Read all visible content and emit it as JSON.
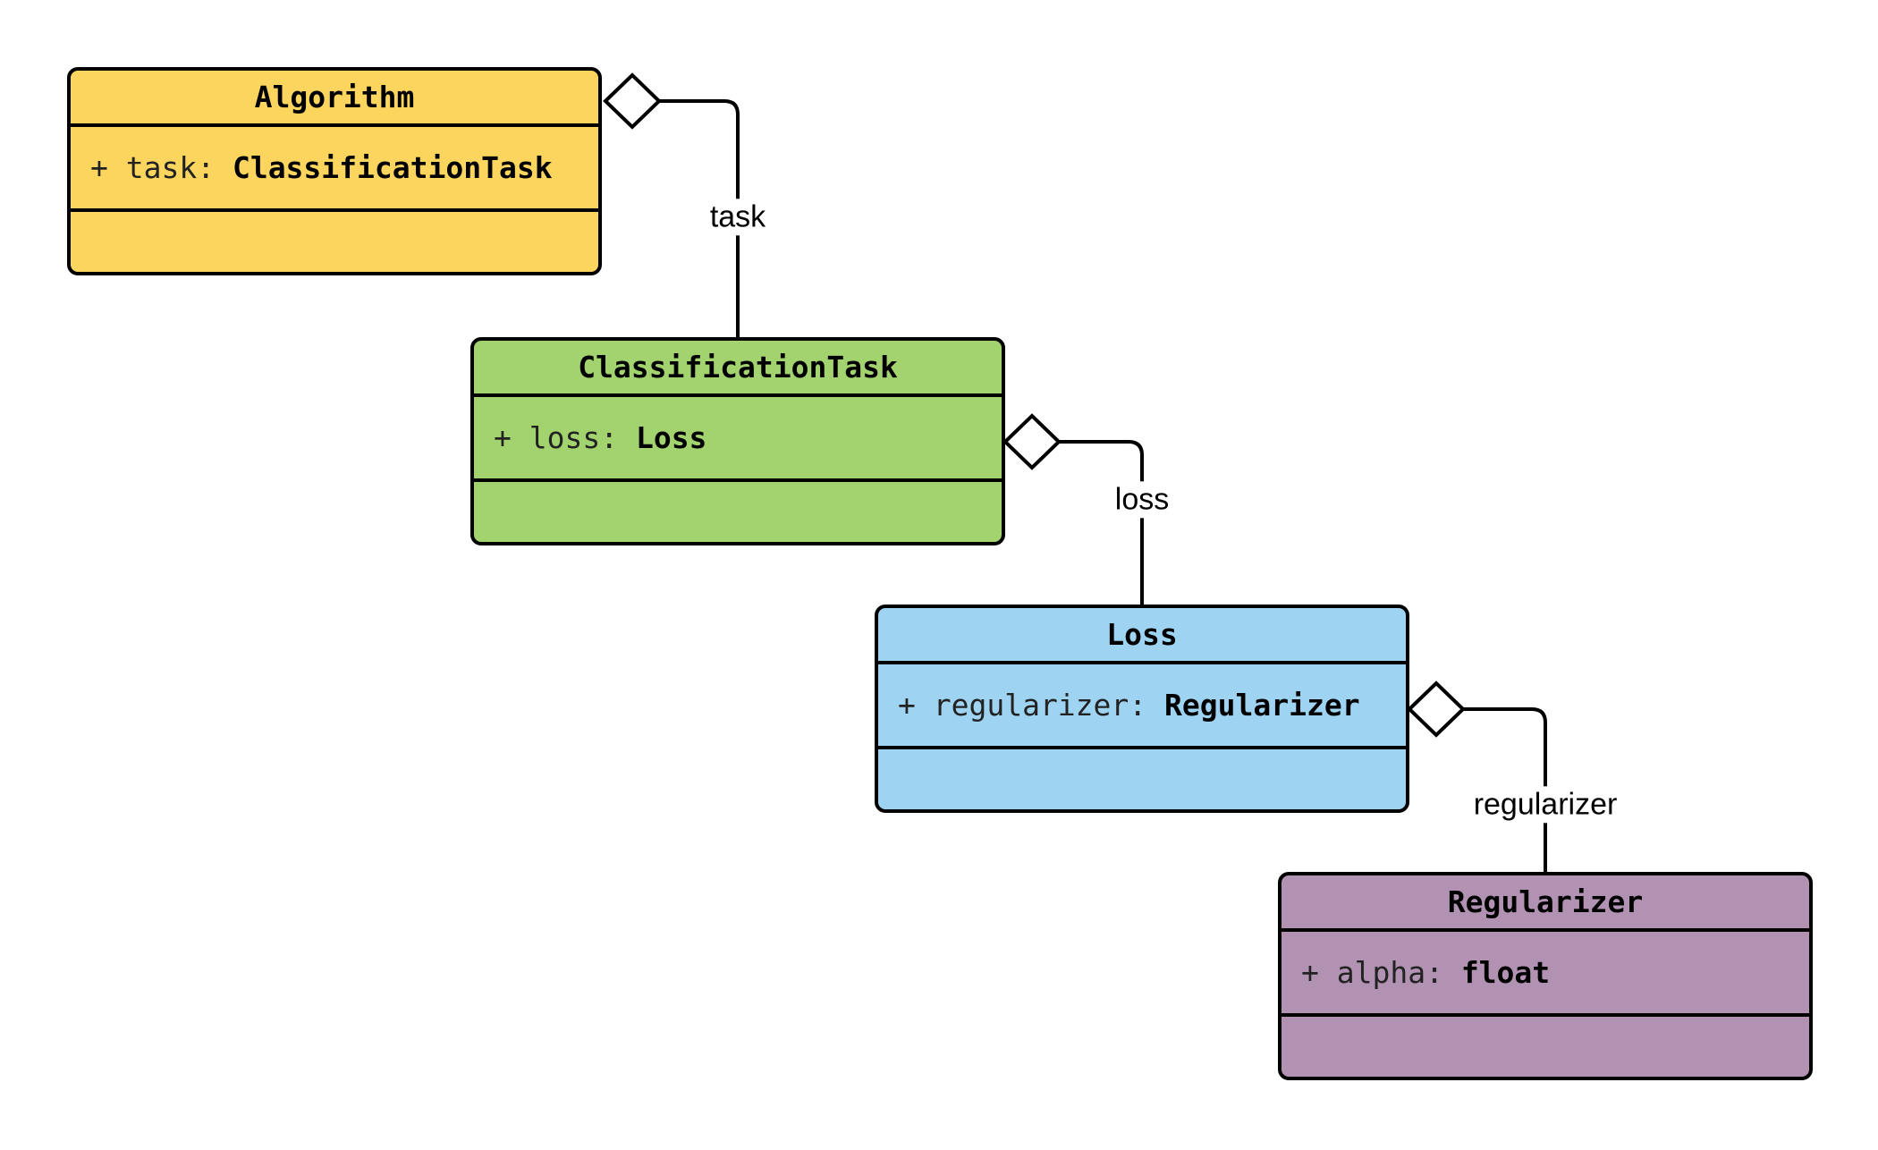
{
  "diagram": {
    "type": "uml-class-diagram",
    "background": "#ffffff",
    "border_color": "#000000",
    "classes": [
      {
        "name": "Algorithm",
        "fill": "#FBD55E",
        "attribute": {
          "prefix": "+ task: ",
          "type": "ClassificationTask"
        }
      },
      {
        "name": "ClassificationTask",
        "fill": "#A3D36E",
        "attribute": {
          "prefix": "+ loss: ",
          "type": "Loss"
        }
      },
      {
        "name": "Loss",
        "fill": "#9ED3F2",
        "attribute": {
          "prefix": "+ regularizer: ",
          "type": "Regularizer"
        }
      },
      {
        "name": "Regularizer",
        "fill": "#B292B3",
        "attribute": {
          "prefix": "+ alpha: ",
          "type": "float"
        }
      }
    ],
    "edges": [
      {
        "label": "task",
        "from": "Algorithm",
        "to": "ClassificationTask",
        "diamond": "aggregation"
      },
      {
        "label": "loss",
        "from": "ClassificationTask",
        "to": "Loss",
        "diamond": "aggregation"
      },
      {
        "label": "regularizer",
        "from": "Loss",
        "to": "Regularizer",
        "diamond": "aggregation"
      }
    ]
  }
}
